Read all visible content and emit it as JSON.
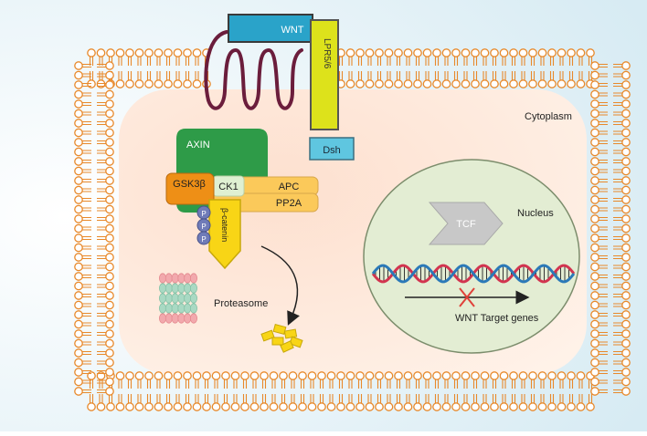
{
  "labels": {
    "wnt": "WNT",
    "lpr": "LPR5/6",
    "dsh": "Dsh",
    "cytoplasm": "Cytoplasm",
    "axin": "AXIN",
    "gsk3b": "GSK3β",
    "ck1": "CK1",
    "apc": "APC",
    "pp2a": "PP2A",
    "beta_catenin": "β-catenin",
    "phospho": "P",
    "proteasome": "Proteasome",
    "nucleus": "Nucleus",
    "tcf": "TCF",
    "target_genes": "WNT Target genes"
  },
  "colors": {
    "background": "#dbeef4",
    "cytoplasm_fill": "#fde7da",
    "membrane": "#e8892b",
    "wnt": "#2aa3c9",
    "lpr": "#dde21b",
    "dsh": "#5fc6e0",
    "axin": "#2e9b48",
    "gsk3b": "#ee8f16",
    "ck1": "#dff0d2",
    "apc": "#fbc95a",
    "phospho": "#6f7bb8",
    "beta_catenin": "#f8d516",
    "nucleus": "#e3edd3",
    "tcf": "#c8c8c8",
    "dna_red": "#d2344f",
    "dna_blue": "#2b79b8",
    "inhibit": "#e0413a",
    "receptor_loop": "#6b1d3c"
  },
  "icons": {
    "proteasome": "proteasome-barrel-icon",
    "fragments": "degraded-protein-fragments-icon",
    "arrow": "degradation-arrow-icon",
    "block": "transcription-blocked-x-icon"
  }
}
